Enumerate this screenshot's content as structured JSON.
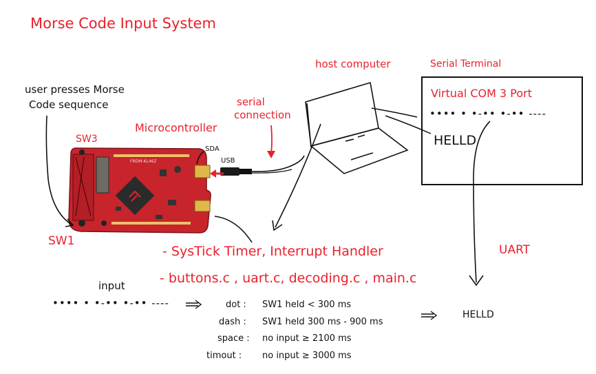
{
  "title": "Morse Code Input System",
  "labels": {
    "user_presses_line1": "user presses Morse",
    "user_presses_line2": "Code sequence",
    "microcontroller": "Microcontroller",
    "sw3": "SW3",
    "sw1": "SW1",
    "sda": "SDA",
    "usb": "USB",
    "serial_connection_line1": "serial",
    "serial_connection_line2": "connection",
    "host_computer": "host computer",
    "serial_terminal": "Serial Terminal",
    "virtual_com_port": "Virtual COM 3 Port",
    "terminal_morse": "•••• • •-•• •-•• ----",
    "terminal_output": "HELLD",
    "uart": "UART",
    "board_mark": "FRDM-KL46Z"
  },
  "software": {
    "line1": "- SysTick Timer,  Interrupt Handler",
    "line2": "- buttons.c , uart.c, decoding.c , main.c"
  },
  "bottom": {
    "input_label": "input",
    "input_morse": "•••• • •-•• •-•• ----",
    "rules": [
      {
        "name": "dot :",
        "value": "SW1  held  < 300 ms"
      },
      {
        "name": "dash :",
        "value": "SW1  held  300 ms - 900 ms"
      },
      {
        "name": "space :",
        "value": "no  input  ≥  2100 ms"
      },
      {
        "name": "timout :",
        "value": "no  input  ≥  3000 ms"
      }
    ],
    "output": "HELLD"
  },
  "colors": {
    "red": "#e8212b",
    "ink": "#111111",
    "board": "#c8242c"
  }
}
